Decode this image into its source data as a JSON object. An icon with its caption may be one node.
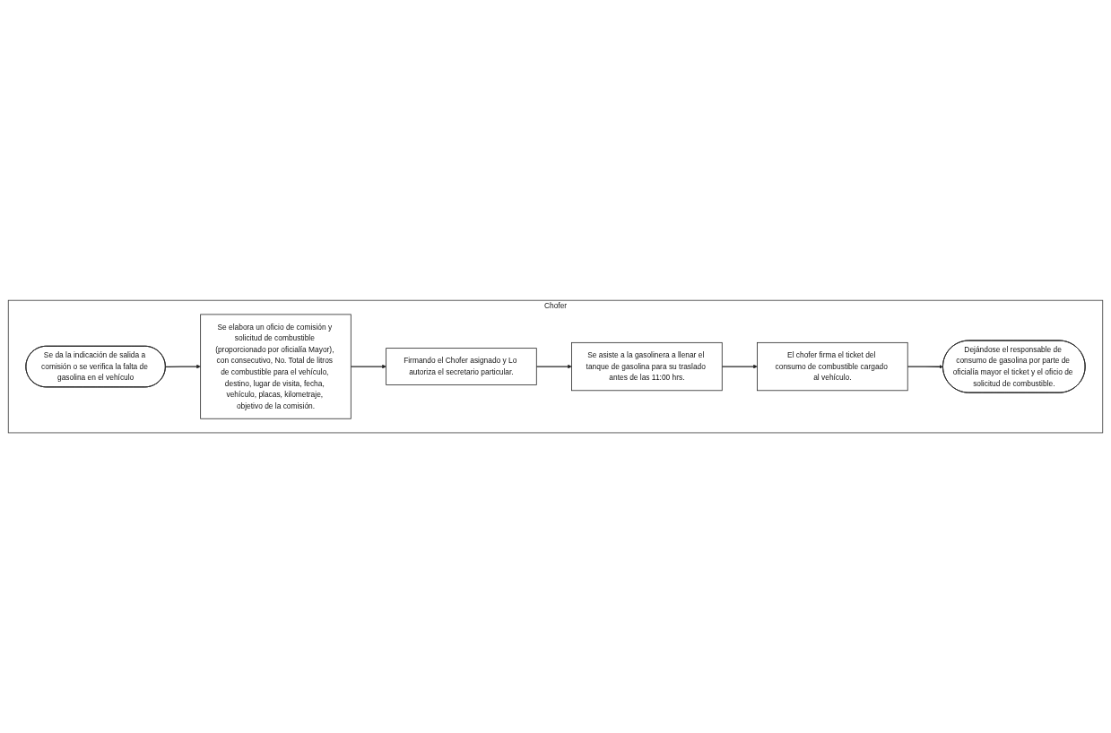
{
  "diagram": {
    "nodes": [
      {
        "text": [
          "Chofer"
        ]
      },
      {
        "text": [
          "Se da la indicación de salida a comisión o se verifica la falta de gasolina en el vehículo"
        ],
        "in": 0
      },
      {
        "text": [
          "Se elabora un oficio de comisión y solicitud de combustible (proporcionado por oficialía Mayor), con consecutivo, No. Total de litros de combustible para el vehículo, destino, lugar de visita, fecha, vehículo, placas, kilometraje, objetivo de la comisión."
        ],
        "in": 0
      },
      {
        "text": [
          "Firmando el Chofer asignado y Lo autoriza el secretario particular."
        ],
        "in": 0
      },
      {
        "text": [
          "Se asiste a la gasolinera a llenar el tanque de gasolina para su traslado antes de las 11:00 hrs."
        ],
        "in": 0
      },
      {
        "text": [
          "El chofer firma el ticket del consumo de combustible cargado al vehículo."
        ],
        "in": 0
      },
      {
        "text": [
          "Dejándose el responsable de consumo de gasolina por parte de oficialía mayor el ticket y el oficio de solicitud de combustible."
        ],
        "in": 0
      }
    ],
    "edges": [
      {
        "from": 1,
        "to": 2,
        "arrow": "to"
      },
      {
        "from": 2,
        "to": 3,
        "arrow": "to"
      },
      {
        "from": 3,
        "to": 4,
        "arrow": "to"
      },
      {
        "from": 4,
        "to": 5,
        "arrow": "to"
      },
      {
        "from": 5,
        "to": 6,
        "arrow": "to"
      }
    ]
  }
}
